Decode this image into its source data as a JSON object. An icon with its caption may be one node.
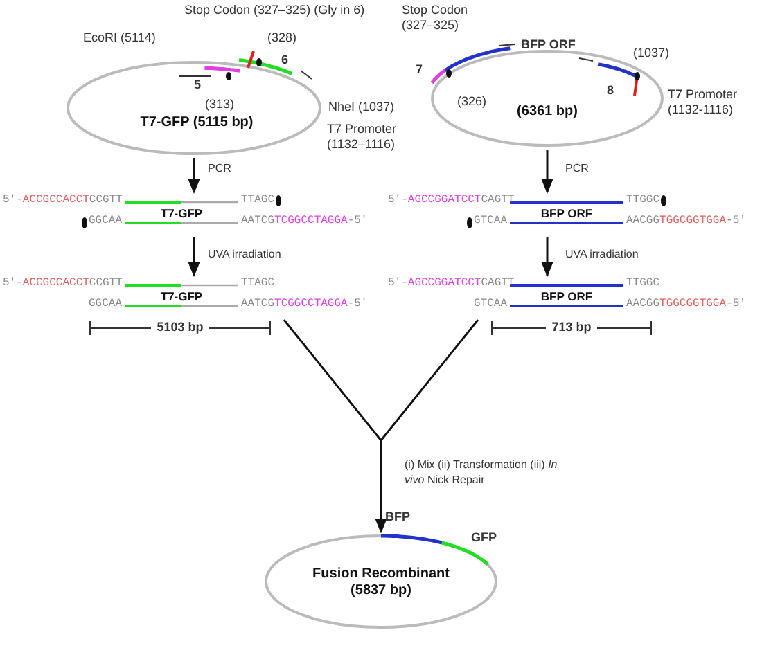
{
  "diagram": {
    "nodes": [
      {
        "text": [
          "T7-GFP (5115 bp)"
        ]
      },
      {
        "text": [
          "(6361 bp)"
        ]
      },
      {
        "text": [
          "5'-ACCGCCACCTCCGTT",
          "GGCAA",
          "T7-GFP",
          "TTAGC",
          "AATCGTCGGCCTAGGA-5'"
        ]
      },
      {
        "text": [
          "5'-AGCCGGATCCTCAGTT",
          "GTCAA",
          "BFP ORF",
          "TTGGC",
          "AACGGTGGCGGTGGA-5'"
        ]
      },
      {
        "text": [
          "5'-ACCGCCACCTCCGTT",
          "GGCAA",
          "T7-GFP",
          "TTAGC",
          "AATCGTCGGCCTAGGA-5'"
        ]
      },
      {
        "text": [
          "5'-AGCCGGATCCTCAGTT",
          "GTCAA",
          "BFP ORF",
          "TTGGC",
          "AACGGTGGCGGTGGA-5'"
        ]
      },
      {
        "text": [
          "Fusion Recombinant (5837 bp)"
        ]
      }
    ],
    "edges": [
      {
        "from": 0,
        "to": 2,
        "arrow": "to",
        "label": "PCR"
      },
      {
        "from": 1,
        "to": 3,
        "arrow": "to",
        "label": "PCR"
      },
      {
        "from": 2,
        "to": 4,
        "arrow": "to",
        "label": "UVA irradiation"
      },
      {
        "from": 3,
        "to": 5,
        "arrow": "to",
        "label": "UVA irradiation"
      },
      {
        "from": 4,
        "to": 6,
        "arrow": "to",
        "label": "(i) Mix (ii) Transformation (iii) *In vivo* Nick Repair"
      },
      {
        "from": 5,
        "to": 6,
        "arrow": "to"
      }
    ],
    "labels": [
      "Stop Codon (327–325) (Gly in 6)",
      "EcoRI (5114)",
      "(328)",
      "6",
      "5",
      "(313)",
      "NheI (1037)",
      "T7 Promoter (1132–1116)",
      "Stop Codon (327–325)",
      "BFP ORF",
      "7",
      "(326)",
      "(1037)",
      "8",
      "T7 Promoter (1132-1116)",
      "5103 bp",
      "713 bp",
      "BFP",
      "GFP"
    ]
  }
}
